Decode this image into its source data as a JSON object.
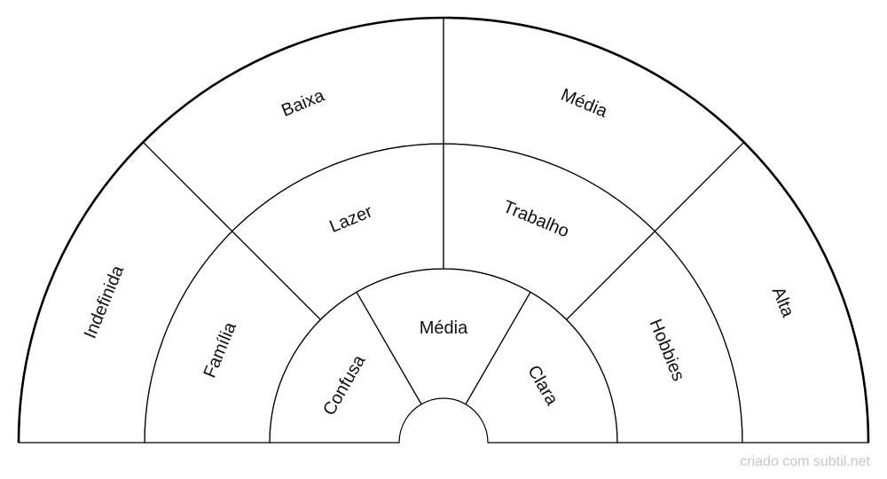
{
  "rings": [
    {
      "name": "outer",
      "segments": [
        {
          "label": "Indefinida",
          "value": 1
        },
        {
          "label": "Baixa",
          "value": 1
        },
        {
          "label": "Média",
          "value": 1
        },
        {
          "label": "Alta",
          "value": 1
        }
      ]
    },
    {
      "name": "middle",
      "segments": [
        {
          "label": "Família",
          "value": 1
        },
        {
          "label": "Lazer",
          "value": 1
        },
        {
          "label": "Trabalho",
          "value": 1
        },
        {
          "label": "Hobbies",
          "value": 1
        }
      ]
    },
    {
      "name": "inner",
      "segments": [
        {
          "label": "Confusa",
          "value": 1
        },
        {
          "label": "Média",
          "value": 1
        },
        {
          "label": "Clara",
          "value": 1
        }
      ]
    }
  ],
  "credit": "criado com subtil.net",
  "colors": {
    "line": "#000000",
    "text": "#111111",
    "credit": "#c8c8c8",
    "background": "#ffffff"
  }
}
